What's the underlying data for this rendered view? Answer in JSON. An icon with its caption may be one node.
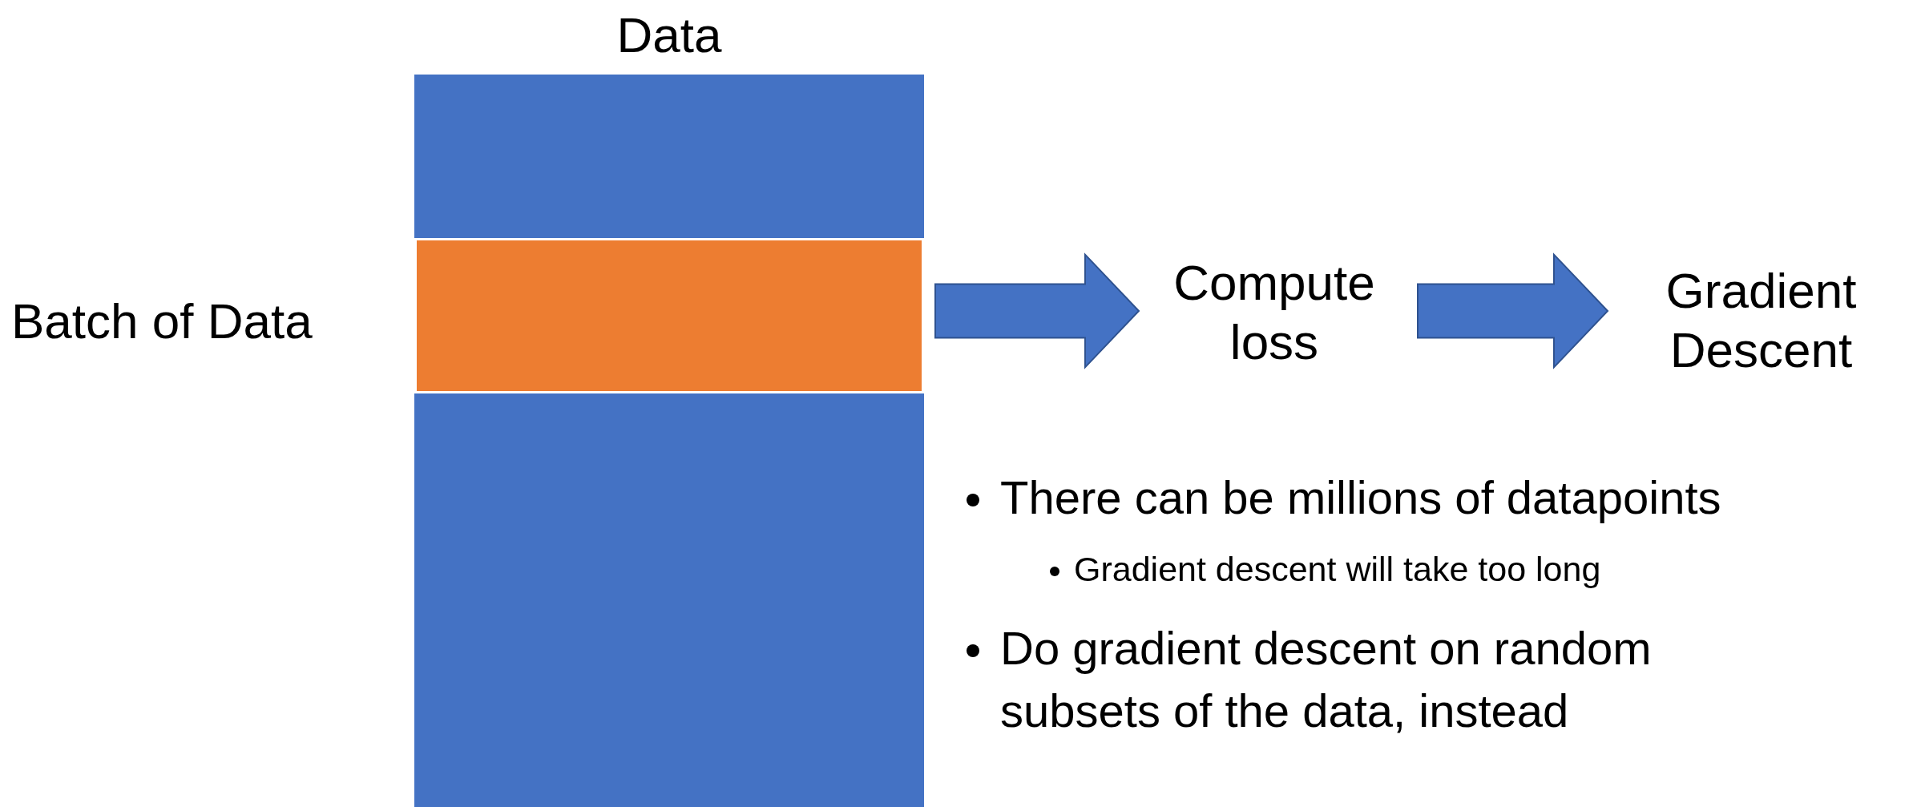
{
  "diagram": {
    "nodes": [
      {
        "text": [
          "Data"
        ]
      },
      {
        "text": [],
        "shape": "bar",
        "beside": [
          "Batch of Data"
        ],
        "in": 0
      },
      {
        "text": [
          "Compute loss"
        ]
      },
      {
        "text": [
          "Gradient Descent"
        ]
      }
    ],
    "edges": [
      {
        "from": 1,
        "to": 2,
        "arrow": "to",
        "style": "thick"
      },
      {
        "from": 2,
        "to": 3,
        "arrow": "to",
        "style": "thick"
      }
    ],
    "labels": [
      "There can be millions of datapoints",
      "Gradient descent will take too long",
      "Do gradient descent on random subsets of the data, instead"
    ]
  }
}
